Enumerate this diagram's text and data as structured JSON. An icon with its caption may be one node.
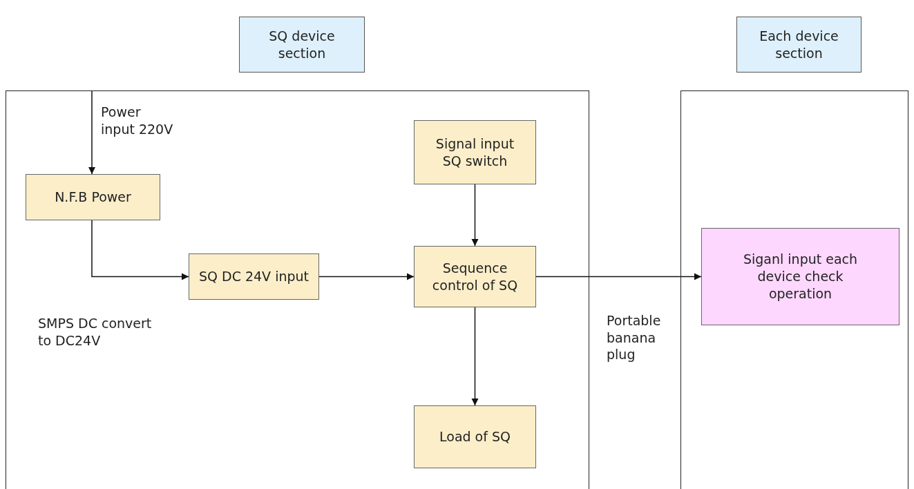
{
  "diagram": {
    "nodes": [
      {
        "text": [
          "SQ device section"
        ]
      },
      {
        "text": [
          "Each device section"
        ]
      },
      {
        "text": [],
        "shape": "box"
      },
      {
        "text": [
          "N.F.B Power"
        ],
        "in": 2
      },
      {
        "text": [
          "Signal input SQ switch"
        ],
        "in": 2
      },
      {
        "text": [
          "SQ DC 24V input"
        ],
        "in": 2
      },
      {
        "text": [
          "Sequence control of SQ"
        ],
        "in": 2
      },
      {
        "text": [
          "Load of SQ"
        ],
        "in": 2
      },
      {
        "text": [],
        "shape": "box"
      },
      {
        "text": [
          "Siganl input each device check operation"
        ],
        "in": 8
      }
    ],
    "edges": [
      {
        "from": null,
        "to": 3,
        "arrow": "to",
        "label": "Power input 220V"
      },
      {
        "from": 3,
        "to": 5,
        "arrow": "to",
        "label": "SMPS DC convert to DC24V"
      },
      {
        "from": 5,
        "to": 6,
        "arrow": "to"
      },
      {
        "from": 4,
        "to": 6,
        "arrow": "to"
      },
      {
        "from": 6,
        "to": 7,
        "arrow": "to"
      },
      {
        "from": 6,
        "to": 9,
        "arrow": "to",
        "label": "Portable banana plug"
      }
    ]
  }
}
